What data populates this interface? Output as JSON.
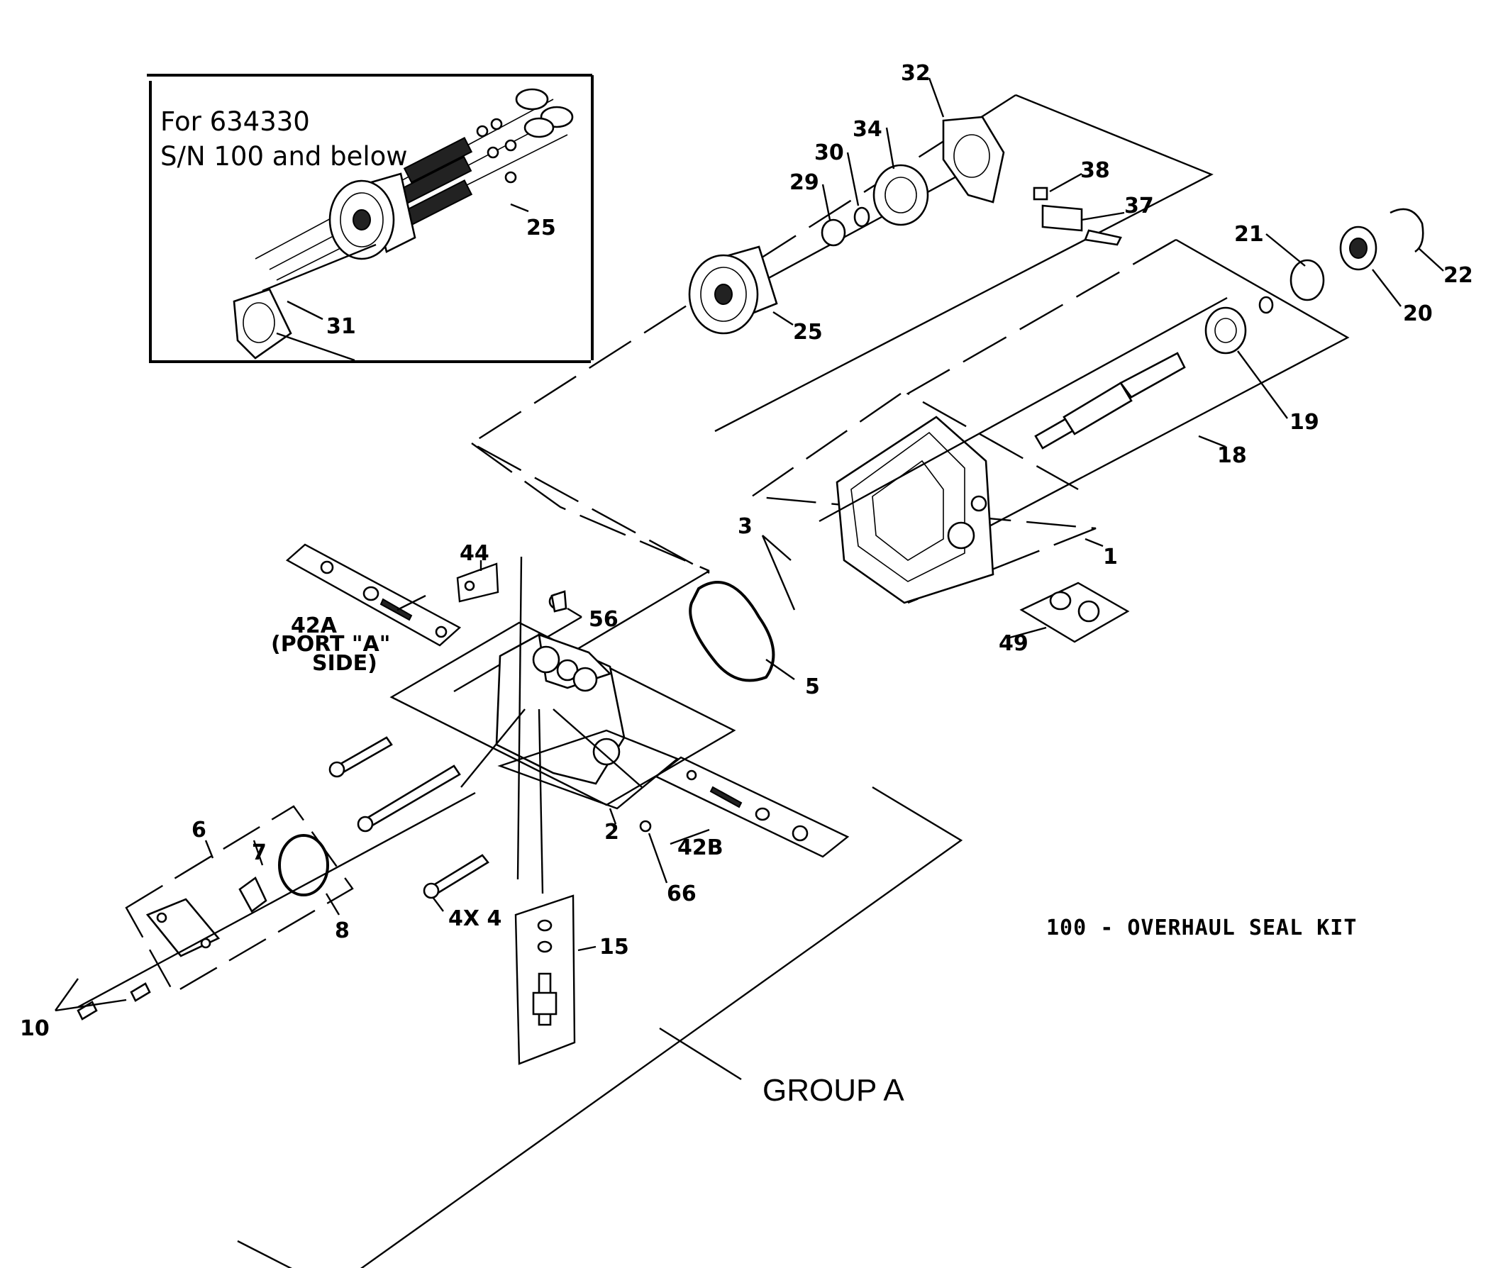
{
  "inset": {
    "line1": "For 634330",
    "line2": "S/N 100 and below",
    "callouts": [
      "25",
      "31"
    ]
  },
  "callouts": {
    "c32": "32",
    "c34": "34",
    "c30": "30",
    "c29": "29",
    "c38": "38",
    "c37": "37",
    "c21": "21",
    "c22": "22",
    "c20": "20",
    "c25": "25",
    "c19": "19",
    "c18": "18",
    "c3": "3",
    "c1": "1",
    "c49": "49",
    "c44": "44",
    "c56": "56",
    "c42a": "42A",
    "c42a_sub1": "(PORT \"A\"",
    "c42a_sub2": "SIDE)",
    "c5": "5",
    "c6": "6",
    "c7": "7",
    "c8": "8",
    "c2": "2",
    "c42b": "42B",
    "c66": "66",
    "c4": "4X  4",
    "c15": "15",
    "c10": "10"
  },
  "kit_note": "100 - OVERHAUL SEAL KIT",
  "group_label": "GROUP A"
}
